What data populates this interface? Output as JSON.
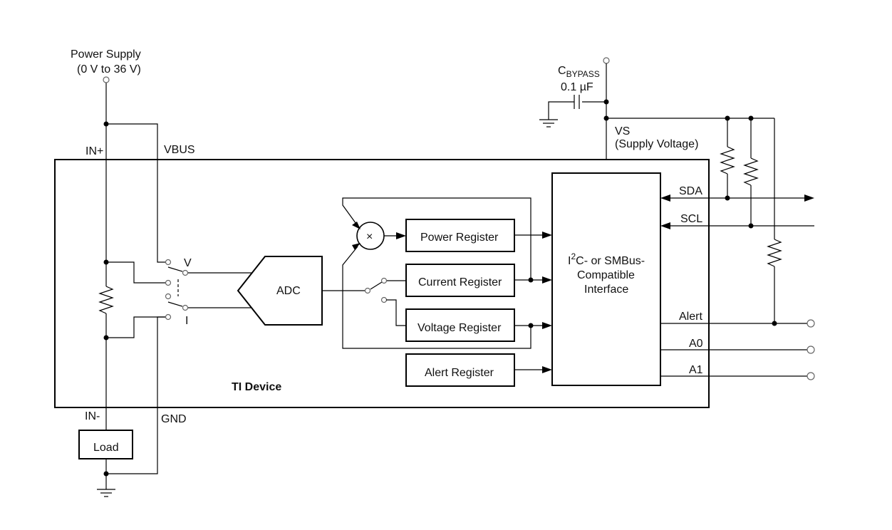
{
  "labels": {
    "power_supply": "Power Supply",
    "power_supply_range": "(0 V to 36 V)",
    "in_plus": "IN+",
    "in_minus": "IN-",
    "vbus": "VBUS",
    "gnd": "GND",
    "v_switch": "V",
    "i_switch": "I",
    "adc": "ADC",
    "multiplier": "×",
    "power_register": "Power Register",
    "current_register": "Current Register",
    "voltage_register": "Voltage Register",
    "alert_register": "Alert Register",
    "interface_line1_prefix": "I",
    "interface_line1_sup": "2",
    "interface_line1_rest": "C- or SMBus-",
    "interface_line2": "Compatible",
    "interface_line3": "Interface",
    "device": "TI Device",
    "load": "Load",
    "cbypass_main": "C",
    "cbypass_sub": "BYPASS",
    "cbypass_value": "0.1 µF",
    "vs": "VS",
    "vs_desc": "(Supply Voltage)",
    "sda": "SDA",
    "scl": "SCL",
    "alert": "Alert",
    "a0": "A0",
    "a1": "A1"
  }
}
